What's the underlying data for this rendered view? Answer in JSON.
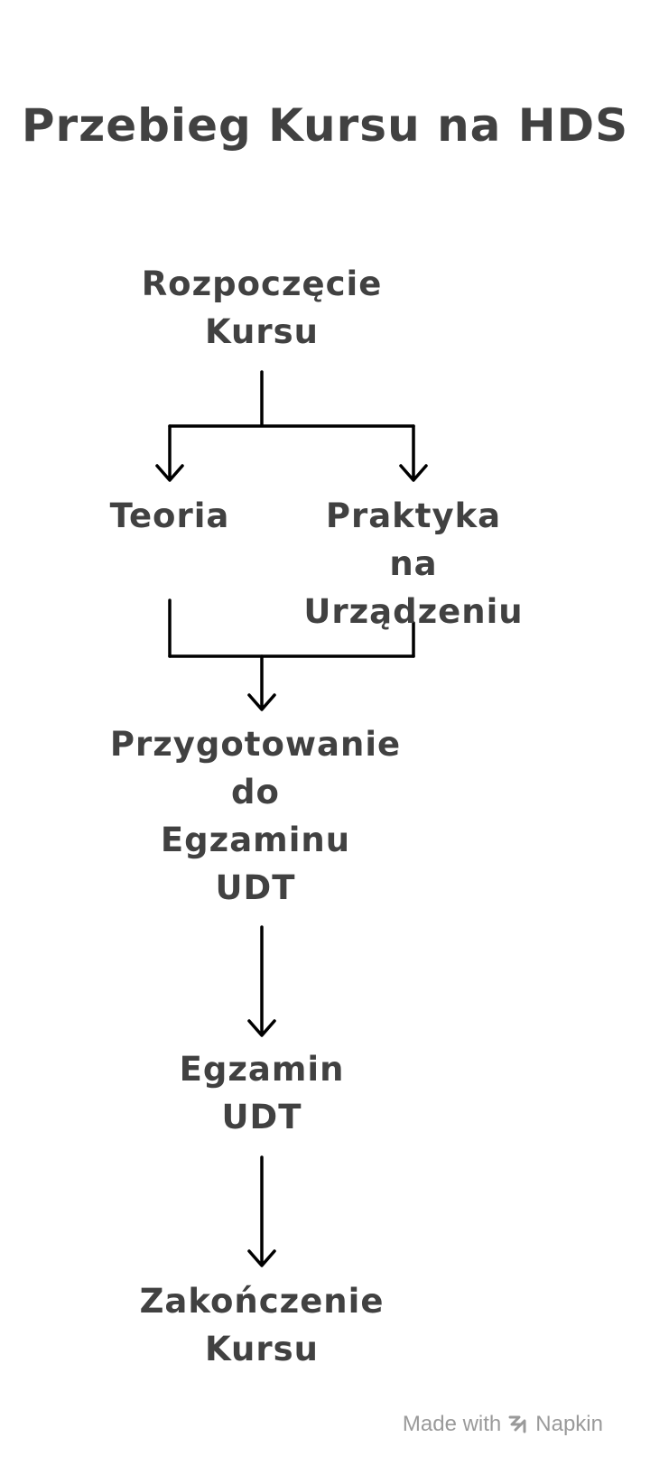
{
  "title": "Przebieg Kursu na HDS",
  "nodes": {
    "start": [
      "Rozpoczęcie",
      "Kursu"
    ],
    "theory": [
      "Teoria"
    ],
    "practice": [
      "Praktyka",
      "na",
      "Urządzeniu"
    ],
    "prep": [
      "Przygotowanie",
      "do",
      "Egzaminu",
      "UDT"
    ],
    "exam": [
      "Egzamin",
      "UDT"
    ],
    "end": [
      "Zakończenie",
      "Kursu"
    ]
  },
  "footer": {
    "made_with": "Made with",
    "brand": "Napkin",
    "logo_icon": "napkin-logo-icon"
  },
  "colors": {
    "text": "#414141",
    "lines": "#000000",
    "footer": "#9a9a9a"
  }
}
